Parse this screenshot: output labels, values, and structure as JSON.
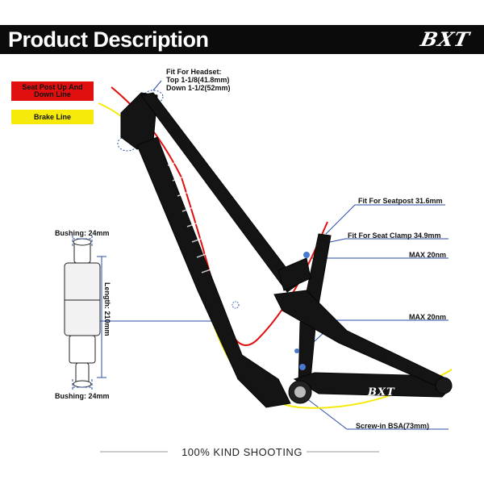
{
  "banner": {
    "title": "Product Description",
    "brand": "BXT"
  },
  "legend": {
    "seatpost_line": "Seat Post Up And Down Line",
    "brake_line": "Brake Line"
  },
  "headset": {
    "title": "Fit For Headset:",
    "top": "Top 1-1/8(41.8mm)",
    "down": "Down 1-1/2(52mm)"
  },
  "callouts": {
    "seatpost": "Fit For Seatpost 31.6mm",
    "seat_clamp": "Fit For Seat Clamp 34.9mm",
    "max_upper": "MAX 20nm",
    "max_lower": "MAX 20nm",
    "bsa": "Screw-in BSA(73mm)"
  },
  "shock": {
    "bushing_top": "Bushing: 24mm",
    "bushing_bottom": "Bushing: 24mm",
    "length": "Length: 210mm"
  },
  "frame_logo": "BXT",
  "footer": "100% KIND SHOOTING",
  "colors": {
    "seatpost_line": "#e01010",
    "brake_line": "#f5ea0a",
    "callout": "#2a4fa8",
    "frame": "#111111"
  }
}
